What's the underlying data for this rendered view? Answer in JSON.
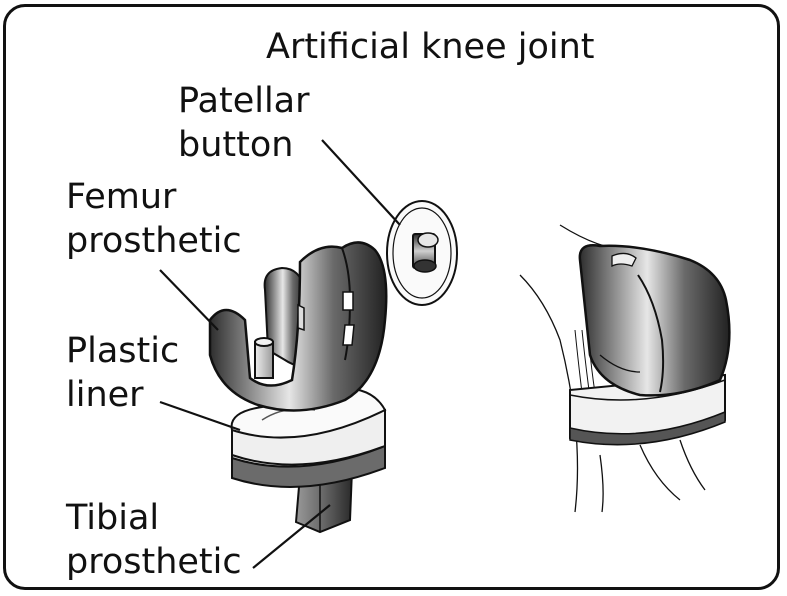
{
  "title": "Artificial knee joint",
  "labels": {
    "patellar": [
      "Patellar",
      "button"
    ],
    "femur": [
      "Femur",
      "prosthetic"
    ],
    "plastic": [
      "Plastic",
      "liner"
    ],
    "tibial": [
      "Tibial",
      "prosthetic"
    ]
  },
  "colors": {
    "outline": "#111111",
    "metal_dark": "#3a3a3a",
    "metal_light": "#d8d8d8",
    "plastic": "#f4f4f4"
  }
}
